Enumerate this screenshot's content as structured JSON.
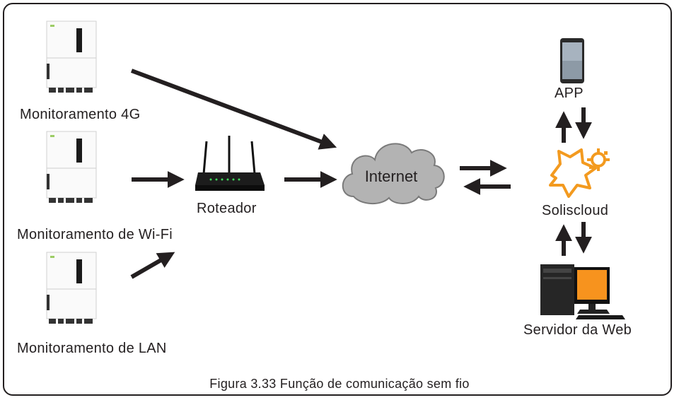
{
  "devices": {
    "inverter_4g": "Monitoramento 4G",
    "inverter_wifi": "Monitoramento de Wi-Fi",
    "inverter_lan": "Monitoramento de LAN"
  },
  "router": {
    "label": "Roteador"
  },
  "cloud": {
    "label": "Internet"
  },
  "app": {
    "label": "APP"
  },
  "soliscloud": {
    "label": "Soliscloud"
  },
  "web_server": {
    "label": "Servidor da Web"
  },
  "caption": "Figura 3.33 Função de comunicação sem fio",
  "colors": {
    "arrow": "#231f20",
    "sun": "#f39a1f",
    "cloud": "#b5b5b5",
    "monitor": "#f7931e"
  }
}
